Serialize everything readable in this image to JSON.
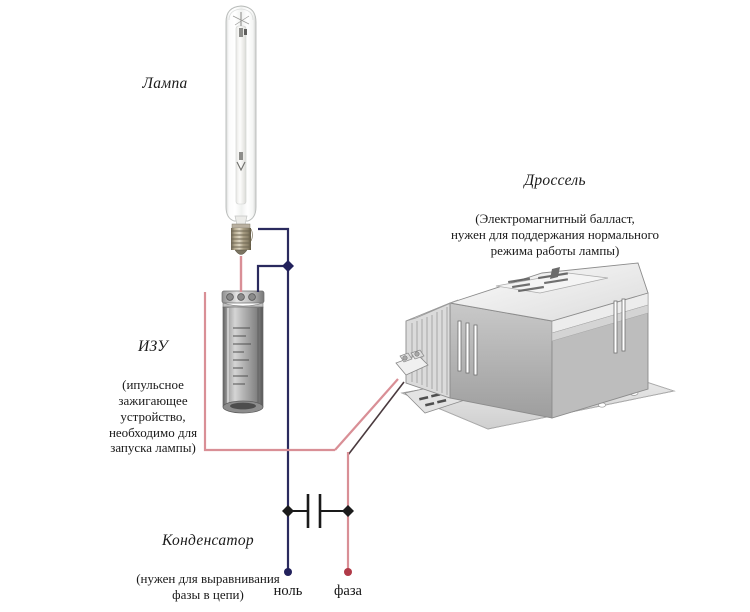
{
  "diagram": {
    "title_lang": "ru",
    "labels": {
      "lamp": {
        "title": "Лампа",
        "sub": ""
      },
      "ballast": {
        "title": "Дроссель",
        "sub": "(Электромагнитный балласт,\nнужен для поддержания нормального\nрежима работы лампы)"
      },
      "igniter": {
        "title": "ИЗУ",
        "sub": "(ипульсное\nзажигающее\nустройство,\nнеобходимо для\nзапуска лампы)"
      },
      "capacitor": {
        "title": "Конденсатор",
        "sub": "(нужен для выравнивания\nфазы в цепи)"
      }
    },
    "terminals": {
      "neutral": "ноль",
      "phase": "фаза"
    },
    "colors": {
      "neutral_wire": "#2a2a5e",
      "phase_wire": "#d98f96",
      "phase_wire_dark": "#c4646f",
      "junction_dot": "#22215c",
      "phase_dot": "#b03a48",
      "text": "#1a1a1a",
      "lamp_glass": "#f2f3f2",
      "lamp_base": "#9a8f78",
      "igniter_body": "#9d9d9d",
      "ballast_body": "#d9d9d9",
      "ballast_core": "#b4b4b4",
      "ballast_plate": "#e8e8e8",
      "background": "#ffffff"
    }
  }
}
